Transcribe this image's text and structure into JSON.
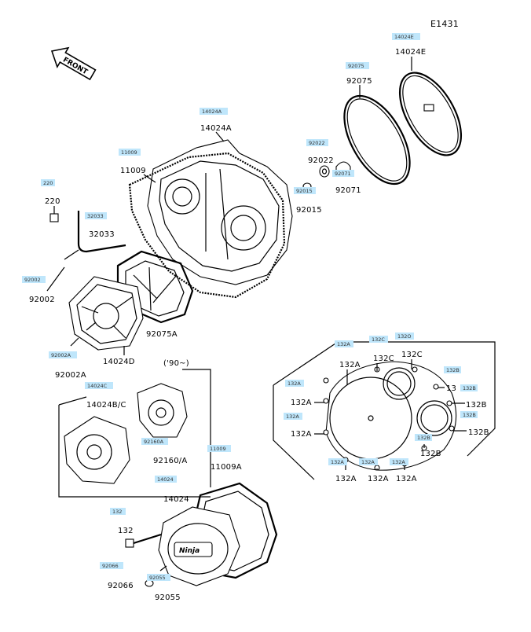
{
  "diagram_code": "E1431",
  "front_arrow_label": "FRONT",
  "note_90": "('90~)",
  "logo_text": "Ninja",
  "callouts": {
    "c14024E": "14024E",
    "c92075": "92075",
    "c14024A": "14024A",
    "c11009": "11009",
    "c92022": "92022",
    "c92071": "92071",
    "c92015": "92015",
    "c220": "220",
    "c32033": "32033",
    "c92002": "92002",
    "c92075A": "92075A",
    "c92002A": "92002A",
    "c14024D": "14024D",
    "c14024BC": "14024B/C",
    "c92160A": "92160/A",
    "c11009A": "11009A",
    "c14024": "14024",
    "c132": "132",
    "c92066": "92066",
    "c92055": "92055",
    "c132A_1": "132A",
    "c132C_1": "132C",
    "c132C_2": "132C",
    "c13": "13",
    "c132A_2": "132A",
    "c132B_1": "132B",
    "c132A_3": "132A",
    "c132B_2": "132B",
    "c132B_3": "132B",
    "c132A_4": "132A",
    "c132A_5": "132A",
    "c132A_6": "132A"
  },
  "tags": {
    "t14024E": "14024E",
    "t92075": "92075",
    "t14024A": "14024A",
    "t11009": "11009",
    "t92022": "92022",
    "t220": "220",
    "t92071": "92071",
    "t92015": "92015",
    "t32033": "32033",
    "t92002": "92002",
    "t92002A": "92002A",
    "t132A_top": "132A",
    "t132C_top": "132C",
    "t132O": "132O",
    "t132B_r1": "132B",
    "t14024C": "14024C",
    "t132A_l1": "132A",
    "t13_2B": "132B",
    "t132A_l2": "132A",
    "t132B_r2": "132B",
    "t132B_r3": "132B",
    "t92160A": "92160A",
    "t11009b": "11009",
    "t132A_b1": "132A",
    "t132A_b2": "132A",
    "t132A_b3": "132A",
    "t14024": "14024",
    "t132": "132",
    "t92066": "92066",
    "t92055": "92055"
  }
}
